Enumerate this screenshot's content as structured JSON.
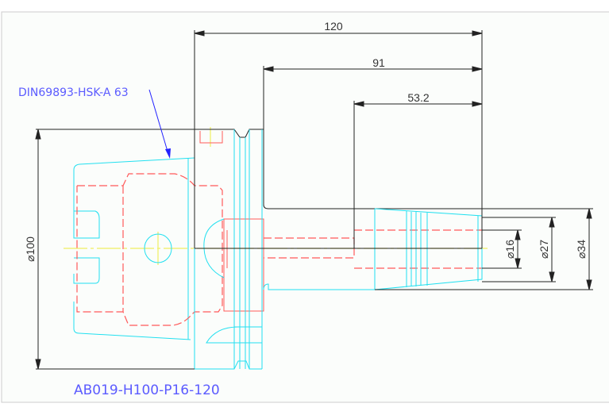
{
  "drawing": {
    "spec_label": "DIN69893-HSK-A 63",
    "part_number": "AB019-H100-P16-120",
    "dimensions": {
      "overall_length": "120",
      "shank_length": "91",
      "bore_depth": "53.2",
      "flange_diameter": "⌀100",
      "bore_diameter": "⌀16",
      "tip_diameter": "⌀27",
      "shank_diameter": "⌀34"
    },
    "colors": {
      "outline": "#22e0f0",
      "hidden": "#ff5a5a",
      "centerline": "#f0f060",
      "dimension": "#222222",
      "label": "#5b5bff"
    }
  }
}
